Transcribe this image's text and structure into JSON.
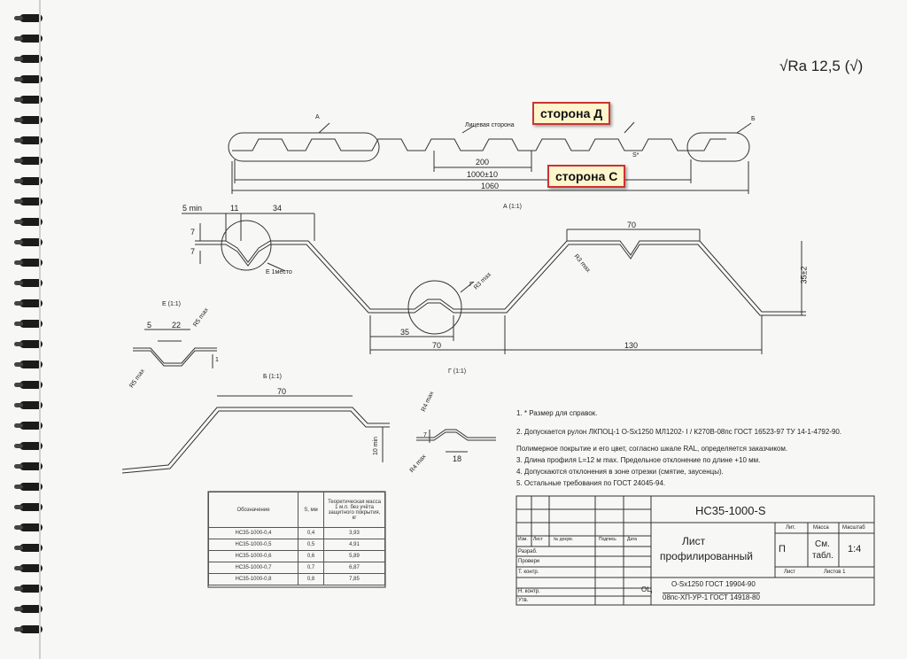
{
  "roughness": "√Ra 12,5 (√)",
  "callouts": {
    "side_d": "сторона Д",
    "side_c": "сторона С"
  },
  "profile": {
    "label_a": "А",
    "label_b": "Б",
    "face_side": "Лицевая сторона",
    "dim_200": "200",
    "dim_1000": "1000±10",
    "dim_1060": "1060",
    "dim_s": "S*",
    "section_a": "А (1:1)"
  },
  "detail_a": {
    "dim_5min": "5 min",
    "dim_11": "11",
    "dim_34": "34",
    "dim_7a": "7",
    "dim_7b": "7",
    "label_e": "Е 1место",
    "dim_r3max_a": "R3 max",
    "label_g": "Г",
    "dim_r3max_b": "R3 max",
    "dim_70_top": "70",
    "dim_35pm2": "35±2",
    "dim_35": "35",
    "dim_70_bot": "70",
    "dim_130": "130"
  },
  "detail_e": {
    "title": "Е (1:1)",
    "dim_5": "5",
    "dim_22": "22",
    "dim_r5max_a": "R5 max",
    "dim_r5max_b": "R5 max",
    "dim_1": "1"
  },
  "detail_b": {
    "title": "Б (1:1)",
    "dim_70": "70",
    "dim_10min": "10 min"
  },
  "detail_g": {
    "title": "Г (1:1)",
    "dim_r4max_a": "R4 max",
    "dim_r4max_b": "R4 max",
    "dim_7": "7",
    "dim_18": "18"
  },
  "notes": [
    "1. * Размер для справок.",
    "2. Допускается рулон ЛКПОЦ-1 O-Sx1250 МЛ1202- I / К270В-08пс ГОСТ 16523-97 ТУ 14-1-4792-90.",
    "Полимерное покрытие и его цвет, согласно шкале      RAL, определяется заказчиком.",
    "3. Длина профиля  L=12 м max. Предельное отклонение по длине +10 мм.",
    "4. Допускаются отклонения в зоне отрезки (смятие, заусенцы).",
    "5. Остальные требования по ГОСТ 24045-94."
  ],
  "mass_table": {
    "headers": [
      "Обозначение",
      "S, мм",
      "Теоретическая масса 1 м.п. без учёта защитного покрытия, кг"
    ],
    "rows": [
      [
        "НС35-1000-0,4",
        "0,4",
        "3,93"
      ],
      [
        "НС35-1000-0,5",
        "0,5",
        "4,91"
      ],
      [
        "НС35-1000-0,6",
        "0,6",
        "5,89"
      ],
      [
        "НС35-1000-0,7",
        "0,7",
        "6,87"
      ],
      [
        "НС35-1000-0,8",
        "0,8",
        "7,85"
      ]
    ]
  },
  "title_block": {
    "designation": "НС35-1000-S",
    "name_line1": "Лист",
    "name_line2": "профилированный",
    "col_izm": "Изм.",
    "col_list": "Лист",
    "col_doc": "№ докум.",
    "col_sign": "Подпись",
    "col_date": "Дата",
    "row_razrab": "Разраб.",
    "row_prover": "Провери",
    "row_tkontr": "Т. контр.",
    "row_nkontr": "Н. контр.",
    "row_utv": "Утв.",
    "hdr_lit": "Лит.",
    "hdr_massa": "Масса",
    "hdr_masshtab": "Масштаб",
    "lit": "П",
    "massa_line1": "См.",
    "massa_line2": "табл.",
    "scale": "1:4",
    "sheet": "Лист",
    "sheets": "Листов 1",
    "material_prefix": "ОЦ",
    "material_top": "O-Sx1250 ГОСТ 19904-90",
    "material_bottom": "08пс-ХП-УР-1 ГОСТ 14918-80"
  }
}
